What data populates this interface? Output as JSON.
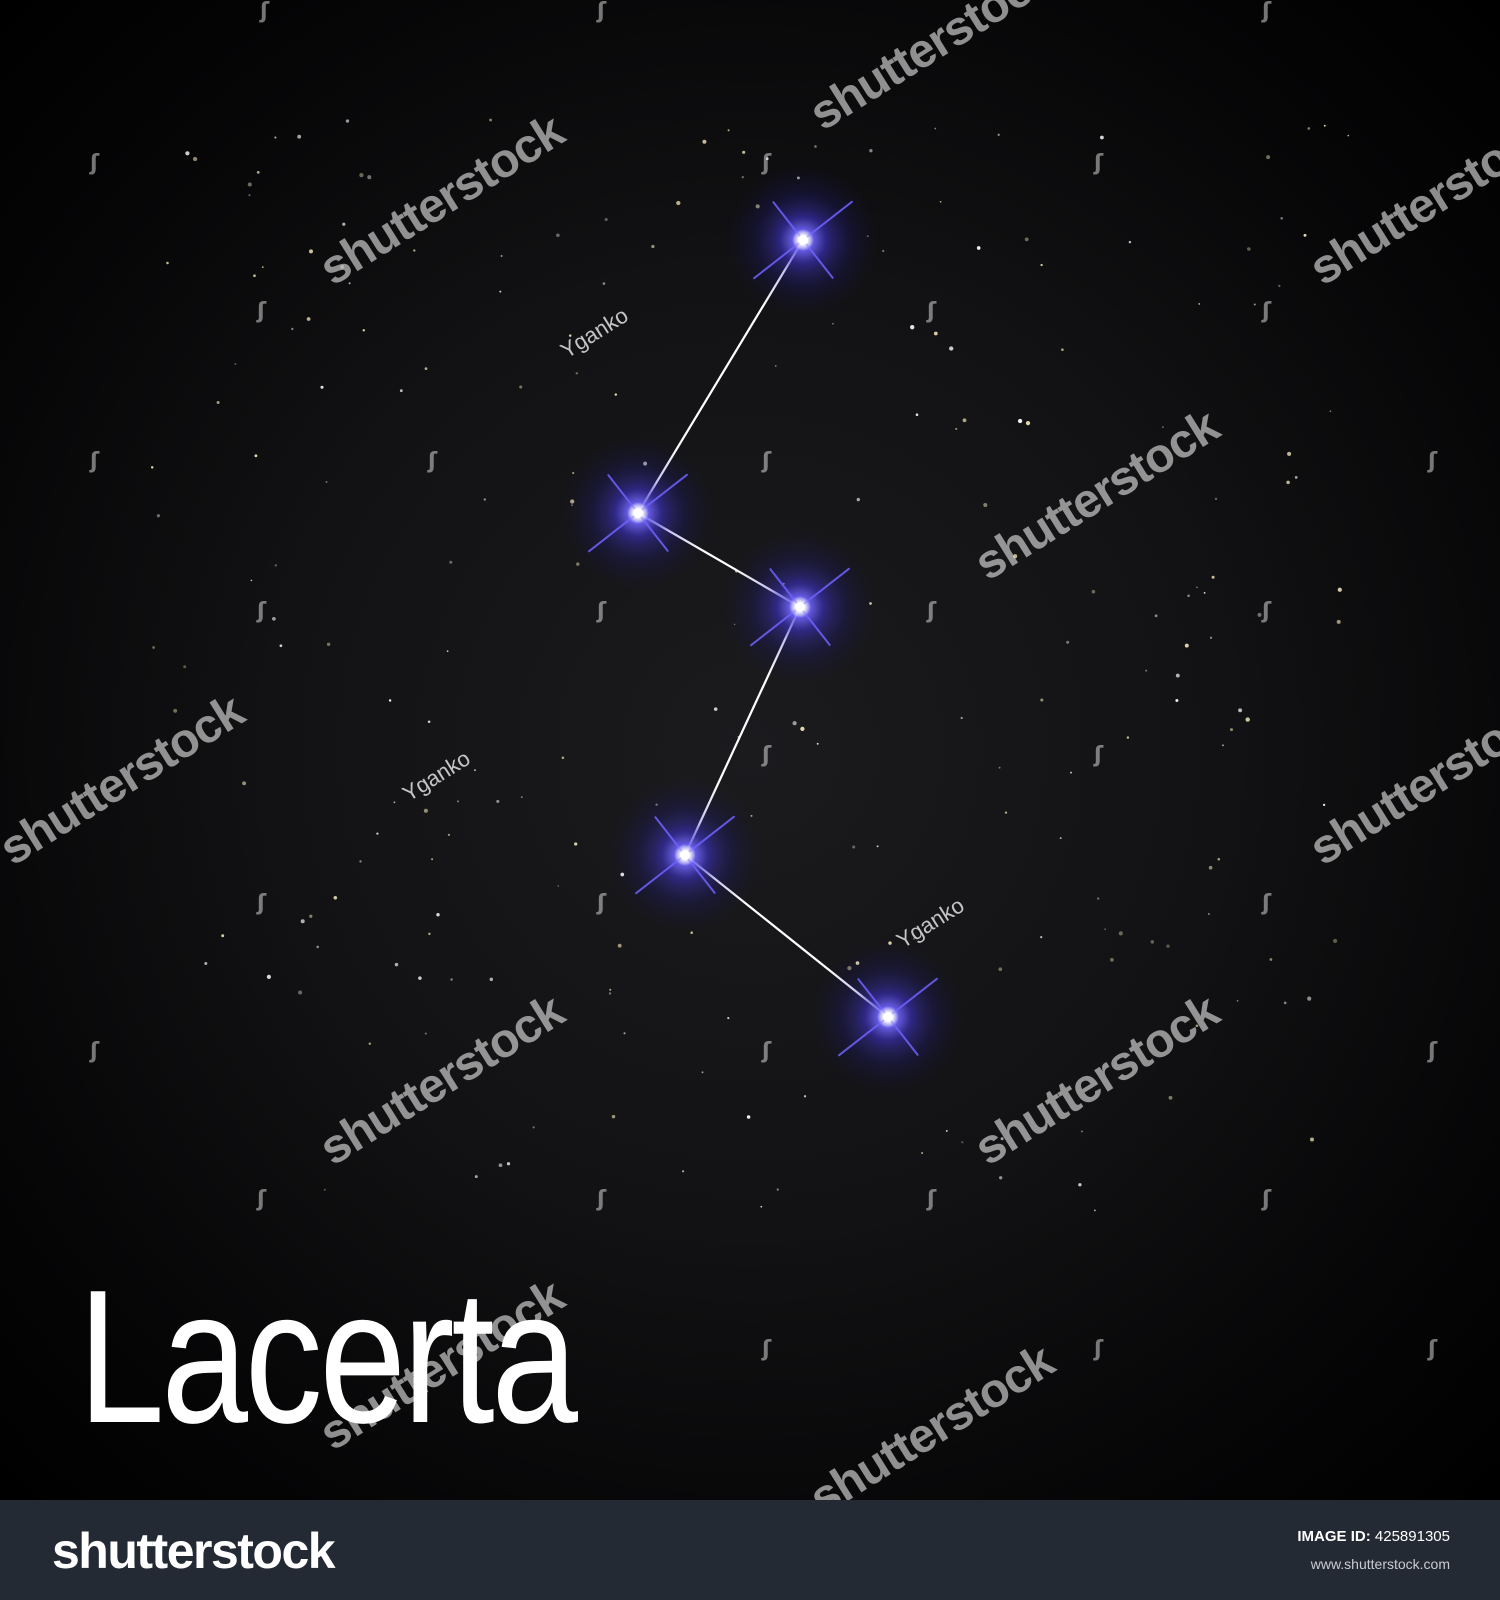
{
  "constellation": {
    "name": "Lacerta"
  },
  "credits": [
    "Yganko",
    "Yganko",
    "Yganko"
  ],
  "watermark": {
    "text": "shutterstock"
  },
  "footer": {
    "logo": "shutterstock",
    "image_id_label": "IMAGE ID:",
    "image_id": "425891305",
    "url": "www.shutterstock.com"
  },
  "colors": {
    "background": "#000000",
    "star_glow": "#3a2cff",
    "star_core": "#ffffff",
    "footer": "#232a34"
  }
}
